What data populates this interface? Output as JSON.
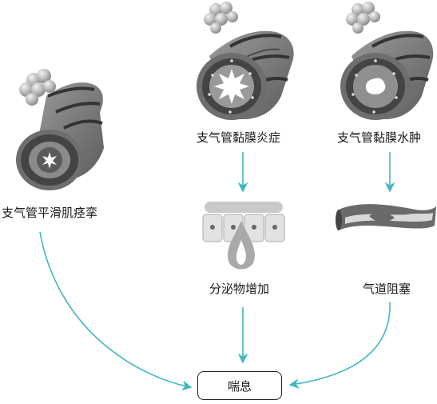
{
  "labels": {
    "smooth_muscle_spasm": "支气管平滑肌痉挛",
    "mucosal_inflammation": "支气管黏膜炎症",
    "mucosal_edema": "支气管黏膜水肿",
    "increased_secretion": "分泌物增加",
    "airway_obstruction": "气道阻塞",
    "result": "喘息"
  },
  "colors": {
    "arrow": "#3fb7c0",
    "tube_dark": "#3d3d3d",
    "tube_mid": "#7a7a7a",
    "tube_light": "#bdbdbd",
    "alveoli": "#c8c8c8",
    "mucus": "#a9a9a9"
  }
}
